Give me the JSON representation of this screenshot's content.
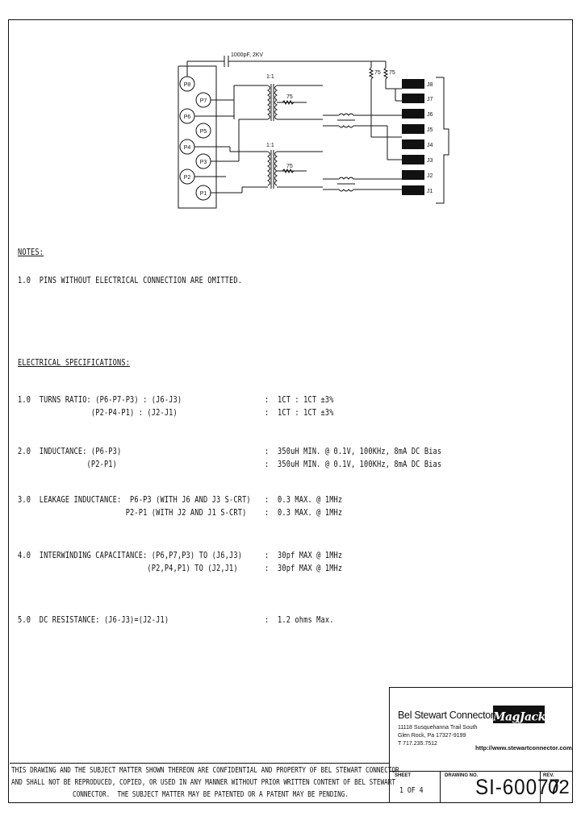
{
  "schematic": {
    "cap_label": "1000pF, 2KV",
    "ratio_top": "1:1",
    "ratio_bottom": "1:1",
    "res_top": "75",
    "res_bottom": "75",
    "res_a": "75",
    "res_b": "75",
    "plug_pins": [
      "P8",
      "P7",
      "P6",
      "P5",
      "P4",
      "P3",
      "P2",
      "P1"
    ],
    "jack_pins": [
      "J8",
      "J7",
      "J6",
      "J5",
      "J4",
      "J3",
      "J2",
      "J1"
    ]
  },
  "notes": {
    "heading": "NOTES:",
    "items": [
      "1.0  PINS WITHOUT ELECTRICAL CONNECTION ARE OMITTED."
    ]
  },
  "specs": {
    "heading": "ELECTRICAL SPECIFICATIONS:",
    "rows": [
      {
        "left1": "1.0  TURNS RATIO: (P6-P7-P3) : (J6-J3)",
        "left2": "                 (P2-P4-P1) : (J2-J1)",
        "val1": ":  1CT : 1CT ±3%",
        "val2": ":  1CT : 1CT ±3%"
      },
      {
        "left1": "2.0  INDUCTANCE: (P6-P3)",
        "left2": "                (P2-P1)",
        "val1": ":  350uH MIN. @ 0.1V, 100KHz, 8mA DC Bias",
        "val2": ":  350uH MIN. @ 0.1V, 100KHz, 8mA DC Bias"
      },
      {
        "left1": "3.0  LEAKAGE INDUCTANCE:  P6-P3 (WITH J6 AND J3 S-CRT)",
        "left2": "                         P2-P1 (WITH J2 AND J1 S-CRT)",
        "val1": ":  0.3 MAX. @ 1MHz",
        "val2": ":  0.3 MAX. @ 1MHz"
      },
      {
        "left1": "4.0  INTERWINDING CAPACITANCE: (P6,P7,P3) TO (J6,J3)",
        "left2": "                              (P2,P4,P1) TO (J2,J1)",
        "val1": ":  30pf MAX @ 1MHz",
        "val2": ":  30pf MAX @ 1MHz"
      },
      {
        "left1": "5.0  DC RESISTANCE: (J6-J3)=(J2-J1)",
        "left2": "",
        "val1": ":  1.2 ohms Max.",
        "val2": ""
      }
    ]
  },
  "confidential": [
    "THIS DRAWING AND THE SUBJECT MATTER SHOWN THEREON ARE CONFIDENTIAL AND PROPERTY OF BEL STEWART CONNECTOR",
    "AND SHALL NOT BE REPRODUCED, COPIED, OR USED IN ANY MANNER WITHOUT PRIOR WRITTEN CONTENT OF BEL STEWART",
    "CONNECTOR.  THE SUBJECT MATTER MAY BE PATENTED OR A PATENT MAY BE PENDING."
  ],
  "title_block": {
    "company": "Bel Stewart Connector",
    "address1": "11118 Susquehanna Trail South",
    "address2": "Glen Rock, Pa 17327-9199",
    "address3": "T 717.235.7512",
    "logo": "MagJack",
    "logo_mark": "®",
    "url": "http://www.stewartconnector.com",
    "sheet_label": "SHEET",
    "sheet_value": "1 OF 4",
    "drawing_no_label": "DRAWING NO.",
    "drawing_no": "SI-60077",
    "rev_label": "REV.",
    "rev_value": "02"
  }
}
